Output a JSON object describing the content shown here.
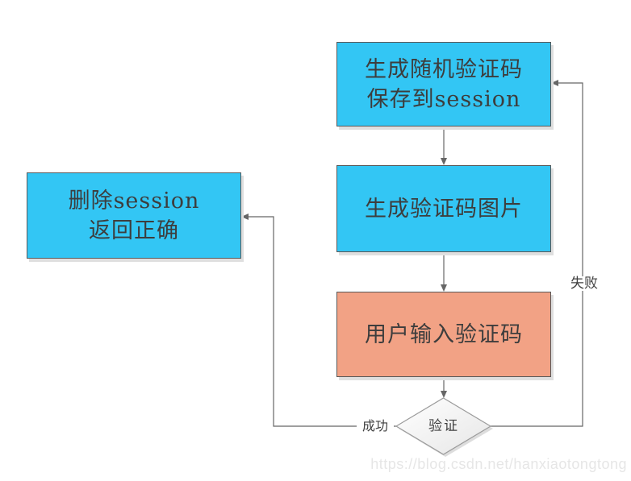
{
  "watermark": "https://blog.csdn.net/hanxiaotongtong",
  "colors": {
    "node_cyan": "#33C6F4",
    "node_salmon": "#F2A285",
    "node_border": "#595959",
    "line": "#666666",
    "text": "#3D3D3D",
    "diamond_stroke": "#9B9B9B",
    "diamond_shadow": "#DDDDDD",
    "watermark": "#E6E6E6"
  },
  "nodes": {
    "generate_code": {
      "line1": "生成随机验证码",
      "line2": "保存到session",
      "fill": "#33C6F4"
    },
    "generate_image": {
      "label": "生成验证码图片",
      "fill": "#33C6F4"
    },
    "user_input": {
      "label": "用户输入验证码",
      "fill": "#F2A285"
    },
    "delete_session": {
      "line1": "删除session",
      "line2": "返回正确",
      "fill": "#33C6F4"
    },
    "verify": {
      "label": "验证"
    }
  },
  "edges": {
    "success_label": "成功",
    "fail_label": "失败"
  }
}
